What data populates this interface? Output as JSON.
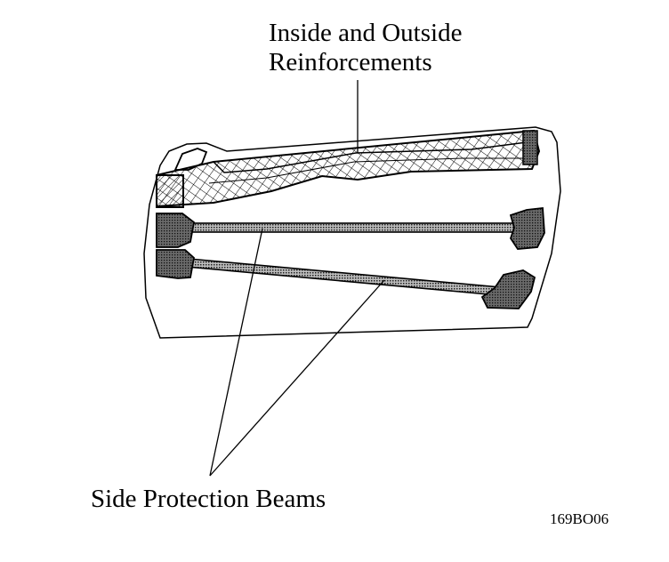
{
  "labels": {
    "reinforcement_line1": "Inside and Outside",
    "reinforcement_line2": "Reinforcements",
    "beams": "Side Protection Beams",
    "figure_code": "169BO06"
  }
}
